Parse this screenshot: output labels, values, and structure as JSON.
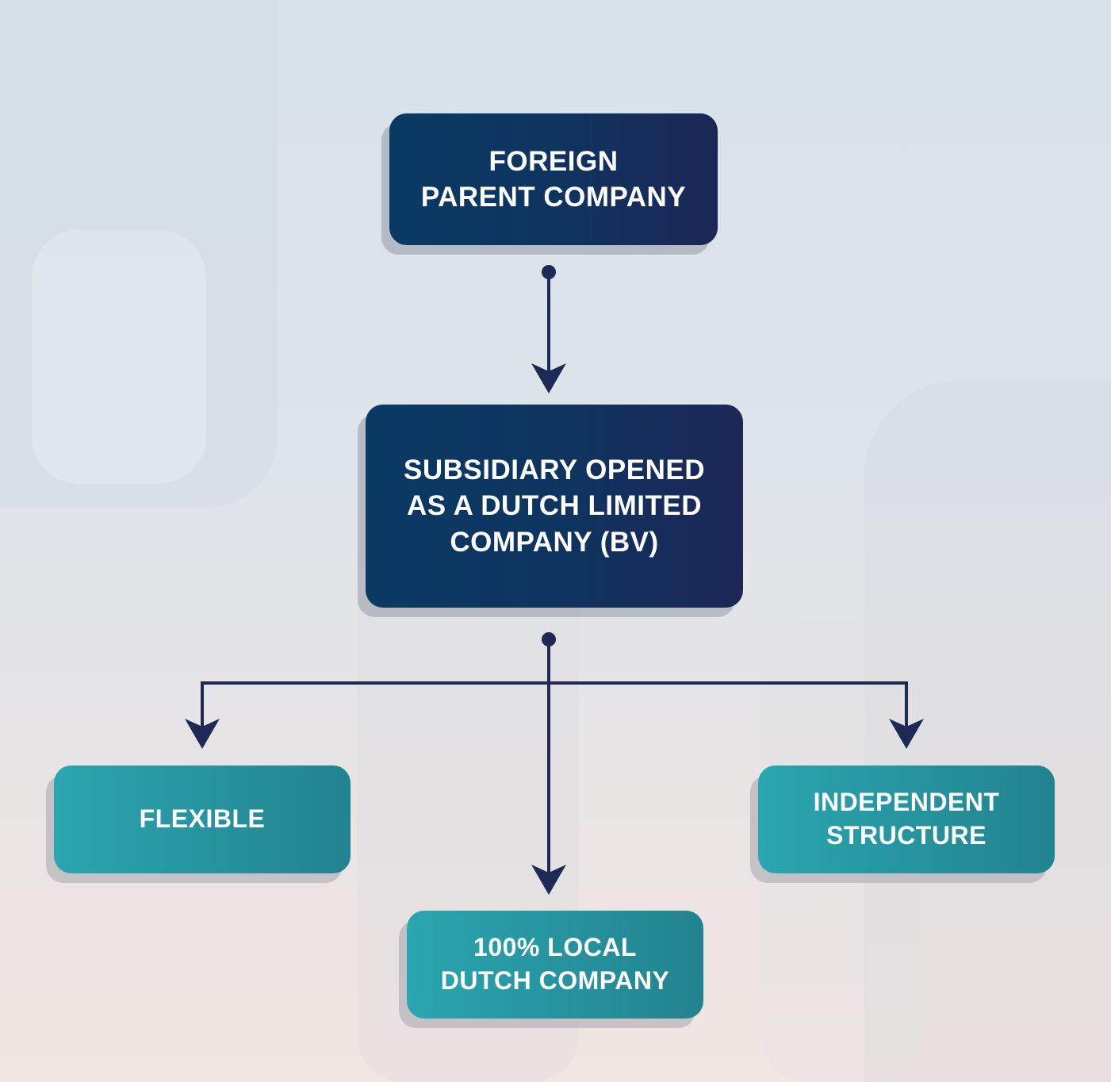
{
  "diagram": {
    "nodes": {
      "parent": "FOREIGN\nPARENT COMPANY",
      "subsidiary": "SUBSIDIARY OPENED\nAS A DUTCH LIMITED\nCOMPANY (BV)",
      "flexible": "FLEXIBLE",
      "local": "100% LOCAL\nDUTCH COMPANY",
      "independent": "INDEPENDENT\nSTRUCTURE"
    },
    "edges": [
      {
        "from": "parent",
        "to": "subsidiary"
      },
      {
        "from": "subsidiary",
        "to": "flexible"
      },
      {
        "from": "subsidiary",
        "to": "local"
      },
      {
        "from": "subsidiary",
        "to": "independent"
      }
    ],
    "colors": {
      "dark_node": "#0d3560",
      "teal_node": "#26949f",
      "connector": "#1d2a55",
      "text": "#ffffff"
    }
  }
}
